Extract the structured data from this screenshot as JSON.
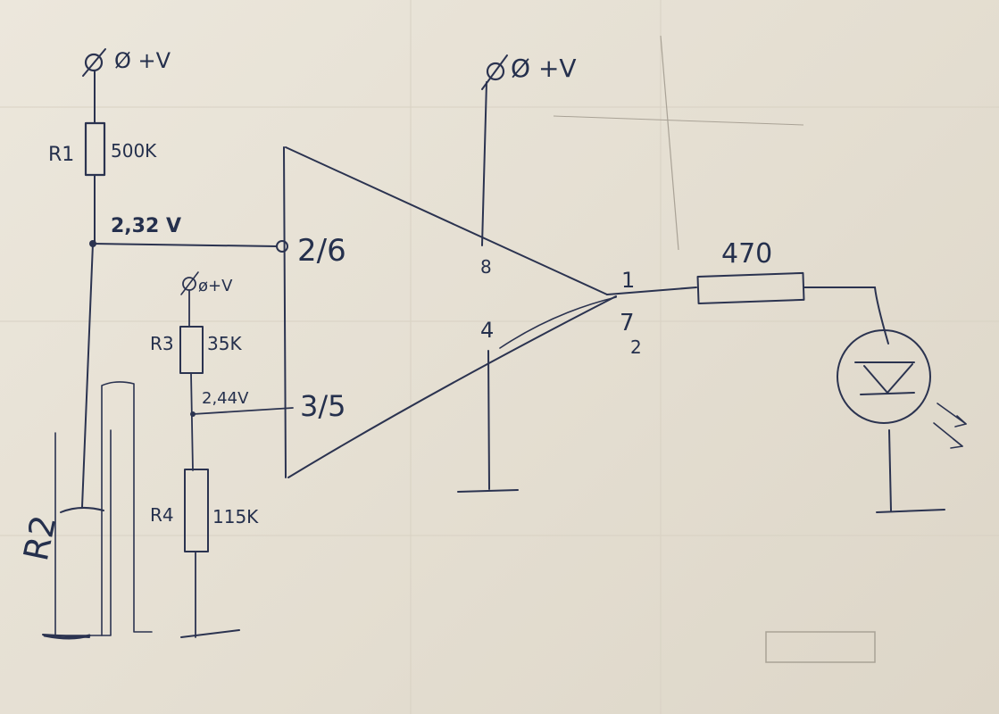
{
  "supply": {
    "main_left": "Ø +V",
    "main_right": "Ø +V",
    "divider": "ø+V"
  },
  "resistors": {
    "r1": {
      "name": "R1",
      "value": "500K"
    },
    "r2": {
      "name": "R2"
    },
    "r3": {
      "name": "R3",
      "value": "35K"
    },
    "r4": {
      "name": "R4",
      "value": "115K"
    },
    "led_resistor": {
      "value": "470"
    }
  },
  "nodes": {
    "upper_voltage": "2,32 V",
    "lower_voltage": "2,44V"
  },
  "pins": {
    "inv": "2/6",
    "noninv": "3/5",
    "vcc": "8",
    "gnd": "4",
    "out": "1",
    "out_alt": "7",
    "out_sub": "2"
  },
  "colors": {
    "ink": "#2b3350",
    "paper": "#e7e1d5"
  }
}
